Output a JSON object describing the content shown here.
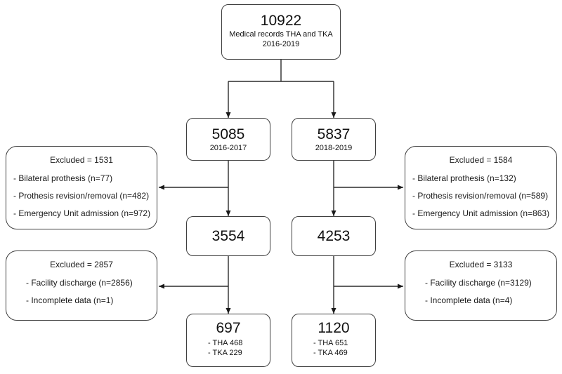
{
  "diagram": {
    "top": {
      "value": "10922",
      "line1": "Medical records THA and TKA",
      "line2": "2016-2019"
    },
    "cohort_left": {
      "value": "5085",
      "label": "2016-2017"
    },
    "cohort_right": {
      "value": "5837",
      "label": "2018-2019"
    },
    "mid_left": {
      "value": "3554"
    },
    "mid_right": {
      "value": "4253"
    },
    "final_left": {
      "value": "697",
      "items": [
        "- THA 468",
        "- TKA 229"
      ]
    },
    "final_right": {
      "value": "1120",
      "items": [
        "- THA 651",
        "- TKA 469"
      ]
    },
    "excluded_left_1": {
      "title": "Excluded = 1531",
      "items": [
        "- Bilateral prothesis (n=77)",
        "- Prothesis revision/removal (n=482)",
        "- Emergency Unit admission (n=972)"
      ]
    },
    "excluded_right_1": {
      "title": "Excluded = 1584",
      "items": [
        "- Bilateral prothesis (n=132)",
        "- Prothesis revision/removal (n=589)",
        "- Emergency Unit admission (n=863)"
      ]
    },
    "excluded_left_2": {
      "title": "Excluded = 2857",
      "items": [
        "- Facility discharge (n=2856)",
        "- Incomplete data (n=1)"
      ]
    },
    "excluded_right_2": {
      "title": "Excluded = 3133",
      "items": [
        "- Facility discharge (n=3129)",
        "- Incomplete data (n=4)"
      ]
    },
    "colors": {
      "background": "#ffffff",
      "box_border": "#3f3f3f",
      "line": "#2b2b2b",
      "text": "#111111"
    }
  }
}
